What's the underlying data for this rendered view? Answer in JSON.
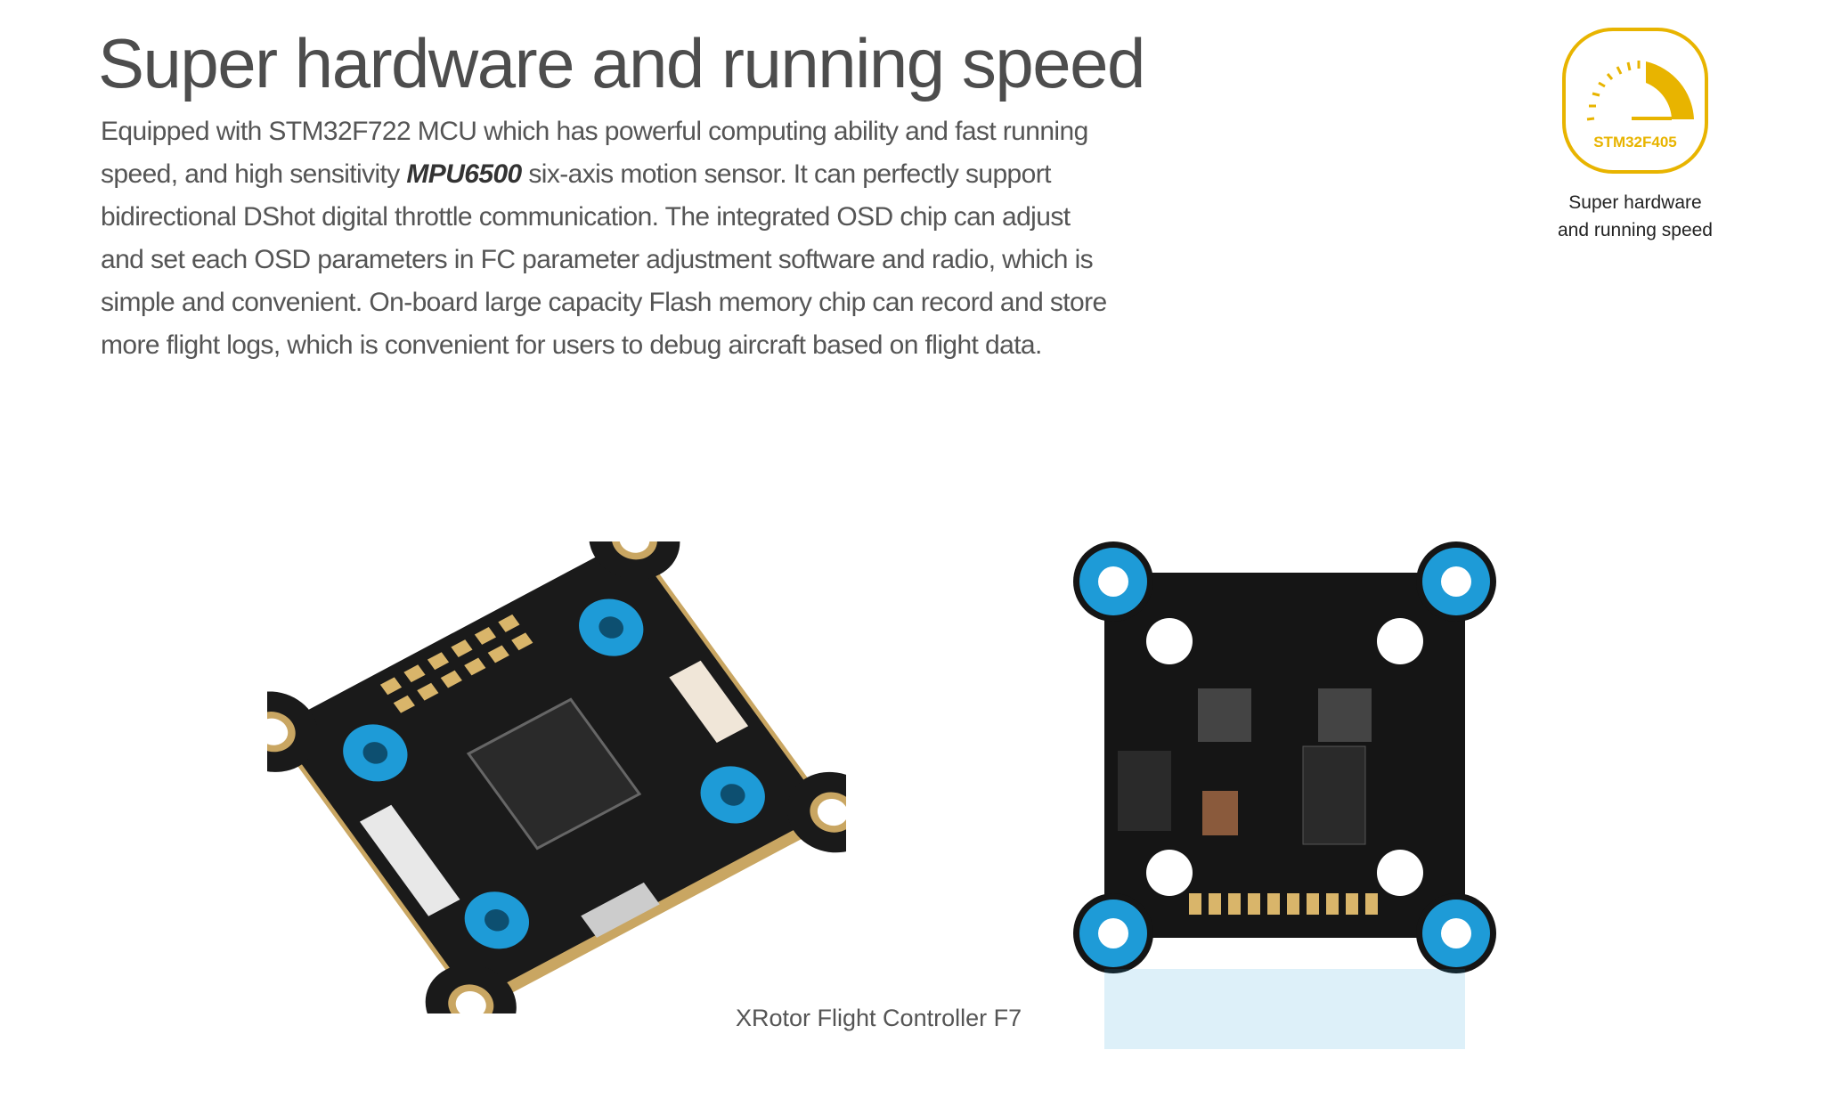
{
  "heading": "Super hardware and running speed",
  "description": {
    "line1": "Equipped with STM32F722 MCU which has powerful computing ability and fast running",
    "line2_before": "speed, and high sensitivity ",
    "line2_emphasis": "MPU6500",
    "line2_after": " six-axis motion sensor. It can perfectly support",
    "line3": "bidirectional DShot digital throttle communication. The integrated OSD chip can adjust",
    "line4": "and set each OSD parameters in FC parameter adjustment software and radio, which is",
    "line5": "simple and convenient. On-board large capacity Flash memory chip can record and store",
    "line6": "more flight logs, which is convenient for users to debug aircraft based on flight data."
  },
  "feature_badge": {
    "icon": "speedometer-icon",
    "icon_text": "STM32F405",
    "caption_line1": "Super hardware",
    "caption_line2": "and running speed",
    "color": "#e8b400"
  },
  "product_caption": "XRotor Flight Controller F7",
  "colors": {
    "mount_blue": "#1e9bd7",
    "pcb": "#151515",
    "pad_gold": "#d9b56a"
  }
}
